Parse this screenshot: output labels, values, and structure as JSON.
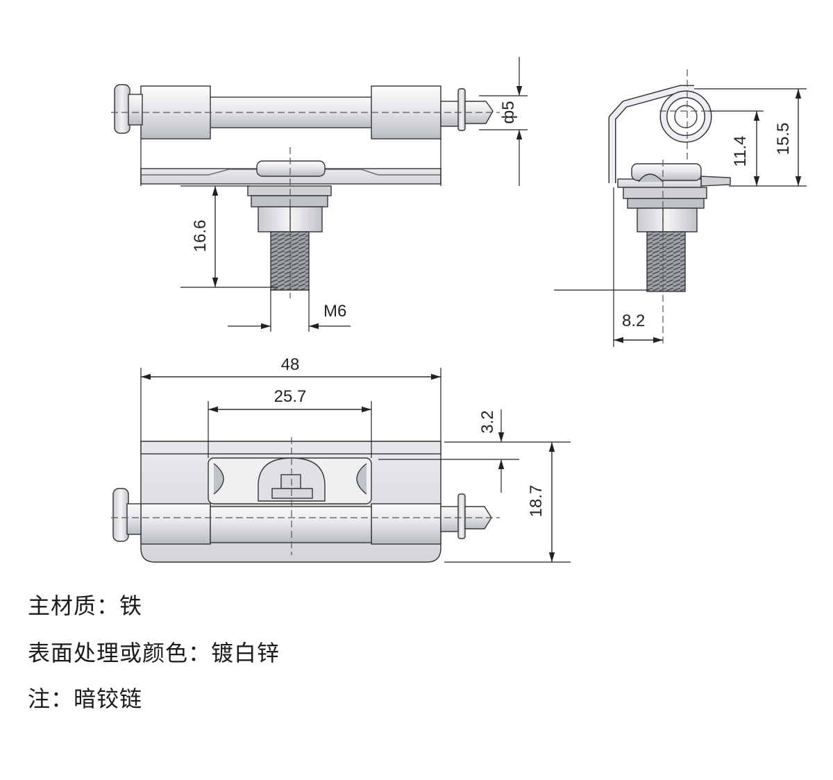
{
  "dimensions": {
    "pin_diameter": "ф5",
    "thread_length": "16.6",
    "thread_size": "M6",
    "total_height": "15.5",
    "offset_height": "11.4",
    "side_offset": "8.2",
    "overall_width": "48",
    "leaf_width": "25.7",
    "top_offset": "3.2",
    "leaf_height": "18.7"
  },
  "specs": {
    "material_label": "主材质",
    "material_value": "铁",
    "finish_label": "表面处理或颜色",
    "finish_value": "镀白锌",
    "note_label": "注",
    "note_value": "暗铰链",
    "separator": "："
  },
  "colors": {
    "line": "#333333",
    "metal_light": "#f0f0f2",
    "metal_mid": "#d4d6da",
    "metal_dark": "#8a8d92",
    "centerline": "#555555"
  }
}
